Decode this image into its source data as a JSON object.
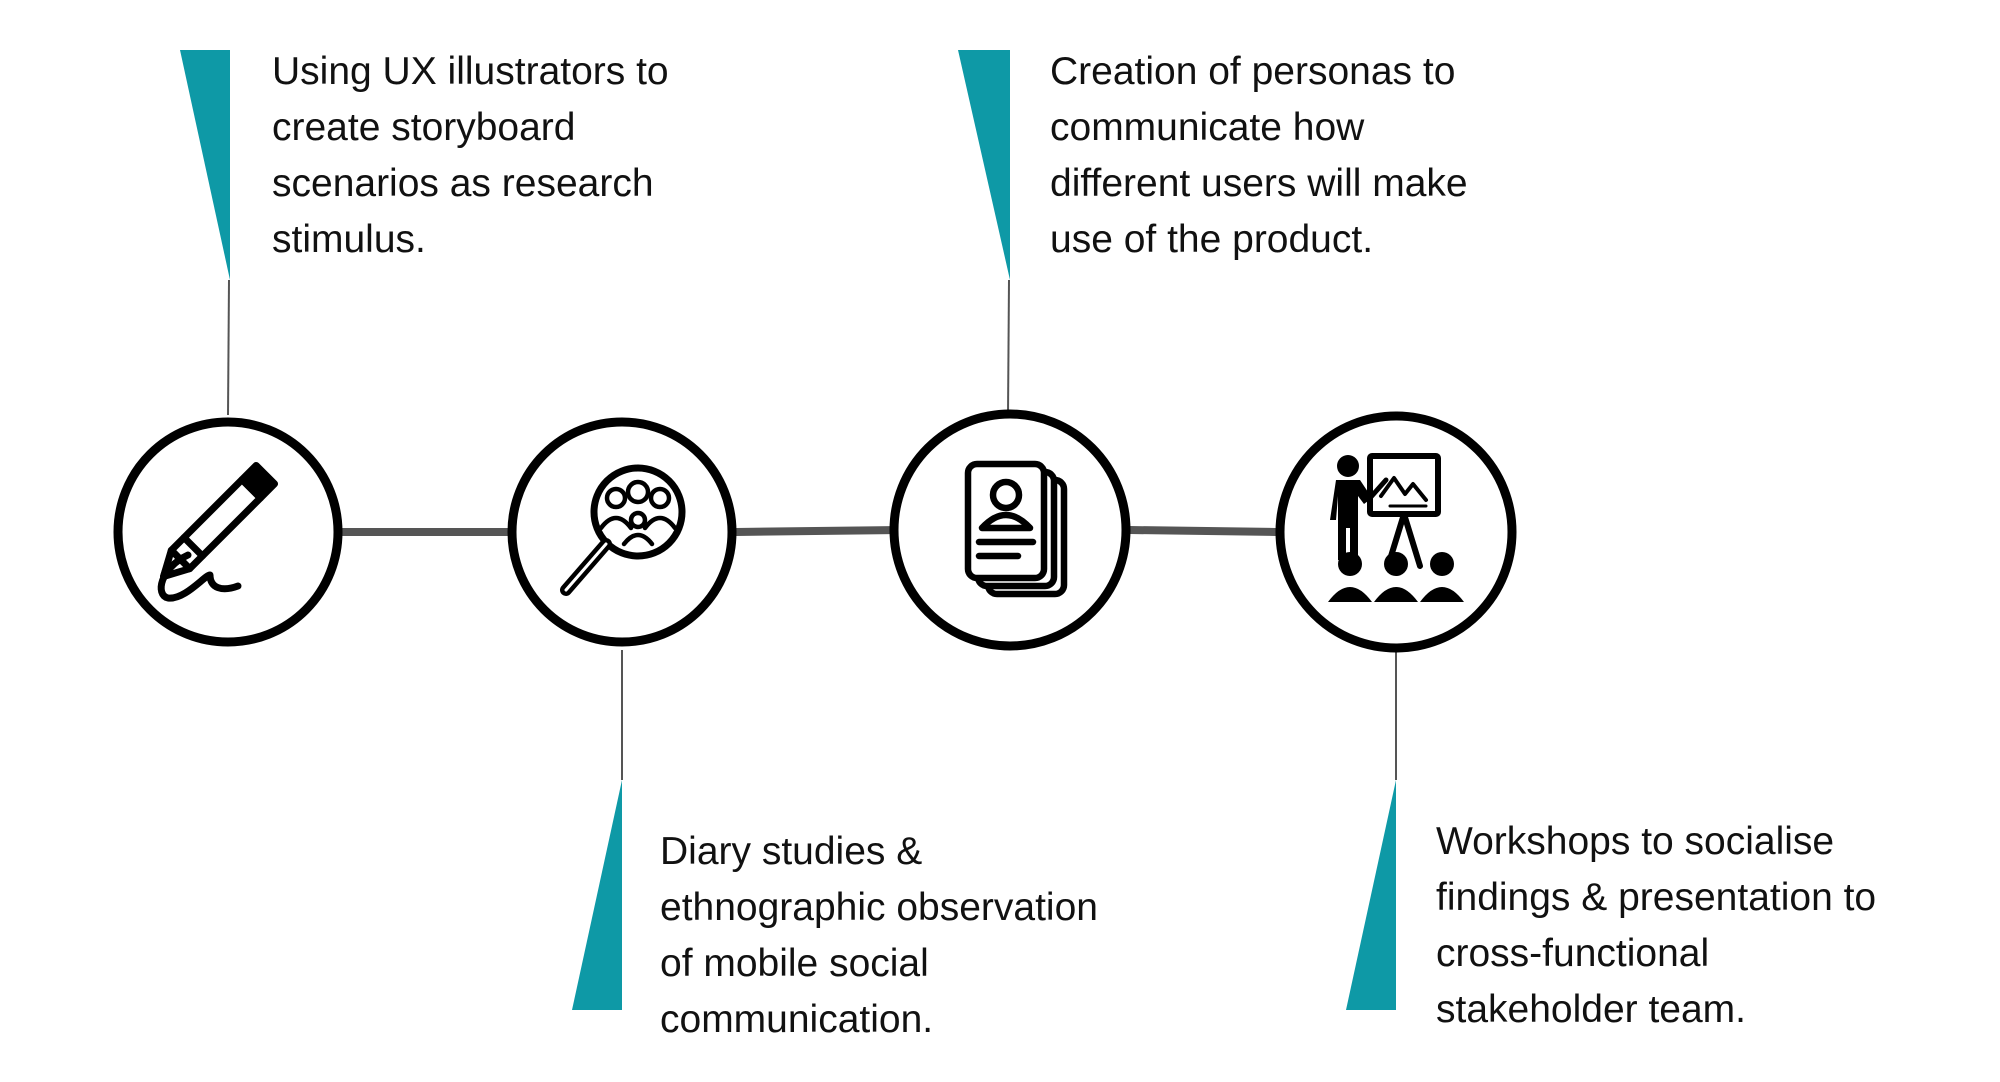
{
  "colors": {
    "accent": "#0e99a6",
    "outline": "#000000",
    "connector": "#555555",
    "text": "#111111"
  },
  "steps": [
    {
      "icon": "pencil-signature-icon",
      "label_lines": [
        "Using UX illustrators to",
        "create storyboard",
        "scenarios as research",
        "stimulus."
      ]
    },
    {
      "icon": "magnifier-people-icon",
      "label_lines": [
        "Diary studies &",
        "ethnographic observation",
        "of mobile social",
        "communication."
      ]
    },
    {
      "icon": "persona-card-icon",
      "label_lines": [
        "Creation of personas to",
        "communicate how",
        "different users will make",
        "use of the product."
      ]
    },
    {
      "icon": "presentation-audience-icon",
      "label_lines": [
        "Workshops to socialise",
        "findings & presentation to",
        "cross-functional",
        "stakeholder team."
      ]
    }
  ]
}
